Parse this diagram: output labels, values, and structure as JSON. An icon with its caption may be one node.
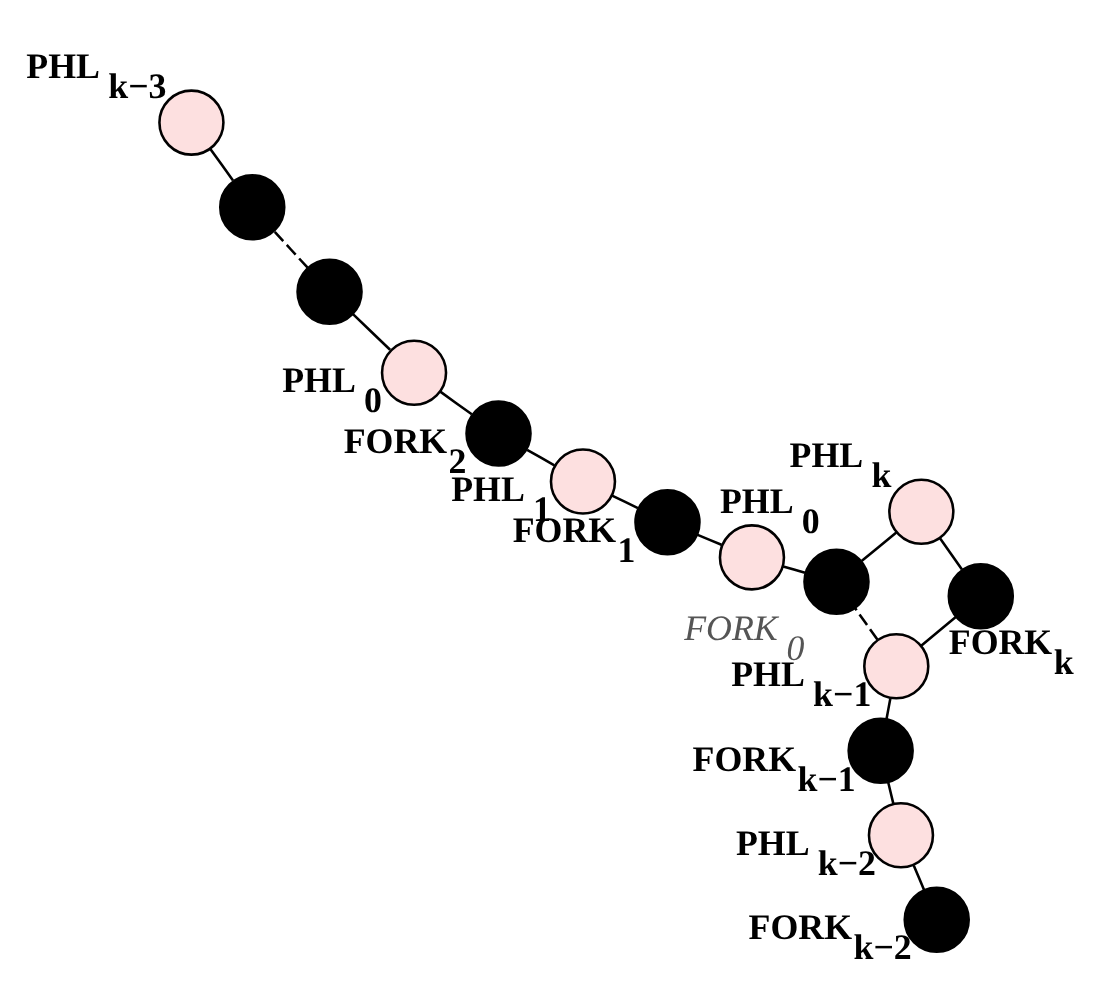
{
  "diagram": {
    "nodes": [
      {
        "text": [],
        "shape": "circle",
        "beside": [
          "PHL $_{k}$"
        ]
      },
      {
        "text": [],
        "shape": "circle",
        "beside": [
          "FORK$_{k}$"
        ]
      },
      {
        "text": [],
        "shape": "circle",
        "beside": [
          "FORK $_{0}$"
        ]
      },
      {
        "text": [],
        "shape": "circle",
        "beside": [
          "PHL $_{0}$"
        ]
      },
      {
        "text": [],
        "shape": "circle",
        "beside": [
          "FORK$_{1}$"
        ]
      },
      {
        "text": [],
        "shape": "circle",
        "beside": [
          "PHL $_{k−1}$"
        ]
      },
      {
        "text": [],
        "shape": "circle",
        "beside": [
          "PHL $_{1}$"
        ]
      },
      {
        "text": [],
        "shape": "circle",
        "beside": [
          "FORK$_{k−1}$"
        ]
      },
      {
        "text": [],
        "shape": "circle",
        "beside": [
          "FORK$_{2}$"
        ]
      },
      {
        "text": [],
        "shape": "circle",
        "beside": [
          "PHL $_{k−2}$"
        ]
      },
      {
        "text": [],
        "shape": "circle",
        "beside": [
          "PHL $_{0}$"
        ]
      },
      {
        "text": [],
        "shape": "circle"
      },
      {
        "text": [],
        "shape": "circle",
        "beside": [
          "FORK$_{k−2}$"
        ]
      },
      {
        "text": [],
        "shape": "circle",
        "beside": [
          "PHL $_{k−3}$"
        ]
      },
      {
        "text": [],
        "shape": "circle"
      }
    ],
    "edges": [
      {
        "from": 1,
        "to": 0,
        "arrow": "none"
      },
      {
        "from": 0,
        "to": 2,
        "arrow": "none"
      },
      {
        "from": 2,
        "to": 3,
        "arrow": "none"
      },
      {
        "from": 3,
        "to": 4,
        "arrow": "none"
      },
      {
        "from": 4,
        "to": 6,
        "arrow": "none"
      },
      {
        "from": 6,
        "to": 8,
        "arrow": "none"
      },
      {
        "from": 8,
        "to": 10,
        "arrow": "none"
      },
      {
        "from": 10,
        "to": 11,
        "arrow": "none"
      },
      {
        "from": 11,
        "to": 14,
        "arrow": "none",
        "style": "dashed"
      },
      {
        "from": 14,
        "to": 13,
        "arrow": "none"
      },
      {
        "from": 12,
        "to": 9,
        "arrow": "none"
      },
      {
        "from": 9,
        "to": 7,
        "arrow": "none"
      },
      {
        "from": 7,
        "to": 5,
        "arrow": "none"
      },
      {
        "from": 5,
        "to": 1,
        "arrow": "none"
      },
      {
        "from": 5,
        "to": 2,
        "arrow": "none",
        "style": "dashed"
      }
    ]
  }
}
